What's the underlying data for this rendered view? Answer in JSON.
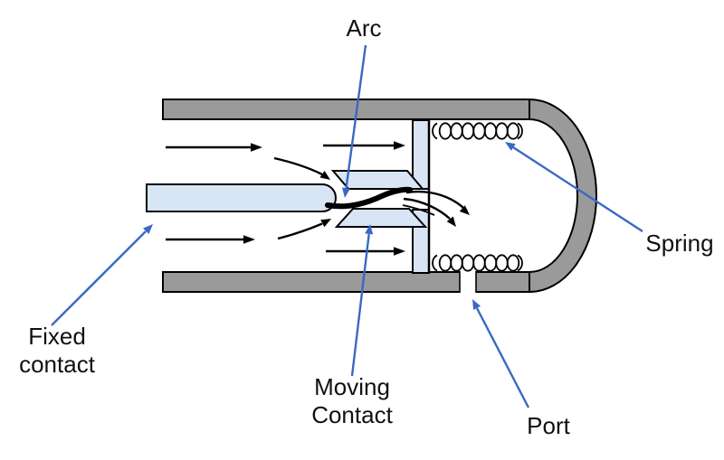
{
  "diagram": {
    "labels": {
      "arc": "Arc",
      "fixed_contact": "Fixed\ncontact",
      "moving_contact": "Moving\nContact",
      "spring": "Spring",
      "port": "Port"
    },
    "colors": {
      "background": "#FFFFFF",
      "wall_gray": "#9A9A9A",
      "contact_blue": "#D7E5F5",
      "pointer_blue": "#3A68C4",
      "outline": "#000000",
      "text": "#111111"
    }
  }
}
